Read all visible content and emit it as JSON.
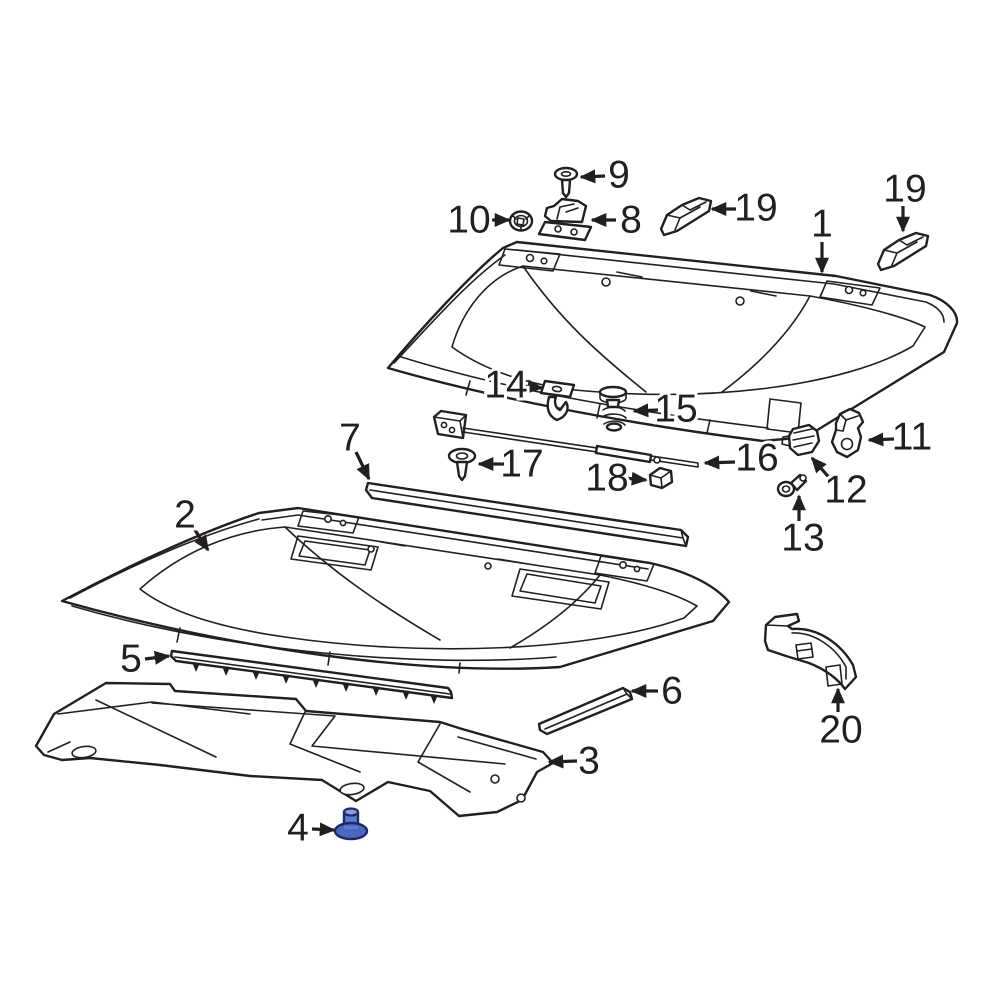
{
  "diagram": {
    "background_color": "#ffffff",
    "line_color": "#231f20",
    "label_color": "#231f20",
    "highlight": {
      "base_fill": "#4a6bbd",
      "stem_fill": "#5b7ccd",
      "top_fill": "#8aa0dc",
      "outline": "#1c2a6b"
    },
    "callouts": [
      {
        "number": "1",
        "target": "hood-outer-panel"
      },
      {
        "number": "2",
        "target": "hood-inner-panel"
      },
      {
        "number": "3",
        "target": "hood-insulation-pad"
      },
      {
        "number": "4",
        "target": "push-pin-retainer-highlighted",
        "highlighted": true
      },
      {
        "number": "5",
        "target": "hood-front-seal-strip"
      },
      {
        "number": "6",
        "target": "foam-tape-strip"
      },
      {
        "number": "7",
        "target": "hood-rear-seal-strip"
      },
      {
        "number": "8",
        "target": "hood-hinge"
      },
      {
        "number": "9",
        "target": "hinge-screw"
      },
      {
        "number": "10",
        "target": "hinge-nut"
      },
      {
        "number": "11",
        "target": "latch-bracket"
      },
      {
        "number": "12",
        "target": "striker-bracket"
      },
      {
        "number": "13",
        "target": "ball-stud"
      },
      {
        "number": "14",
        "target": "hook-bracket"
      },
      {
        "number": "15",
        "target": "grommet-stack"
      },
      {
        "number": "16",
        "target": "hood-prop-rod"
      },
      {
        "number": "17",
        "target": "push-pin-rivet"
      },
      {
        "number": "18",
        "target": "square-clip"
      },
      {
        "number": "19",
        "target": "hood-bumper-left"
      },
      {
        "number": "19",
        "target": "hood-bumper-right"
      },
      {
        "number": "20",
        "target": "cowl-end-bracket"
      }
    ]
  }
}
